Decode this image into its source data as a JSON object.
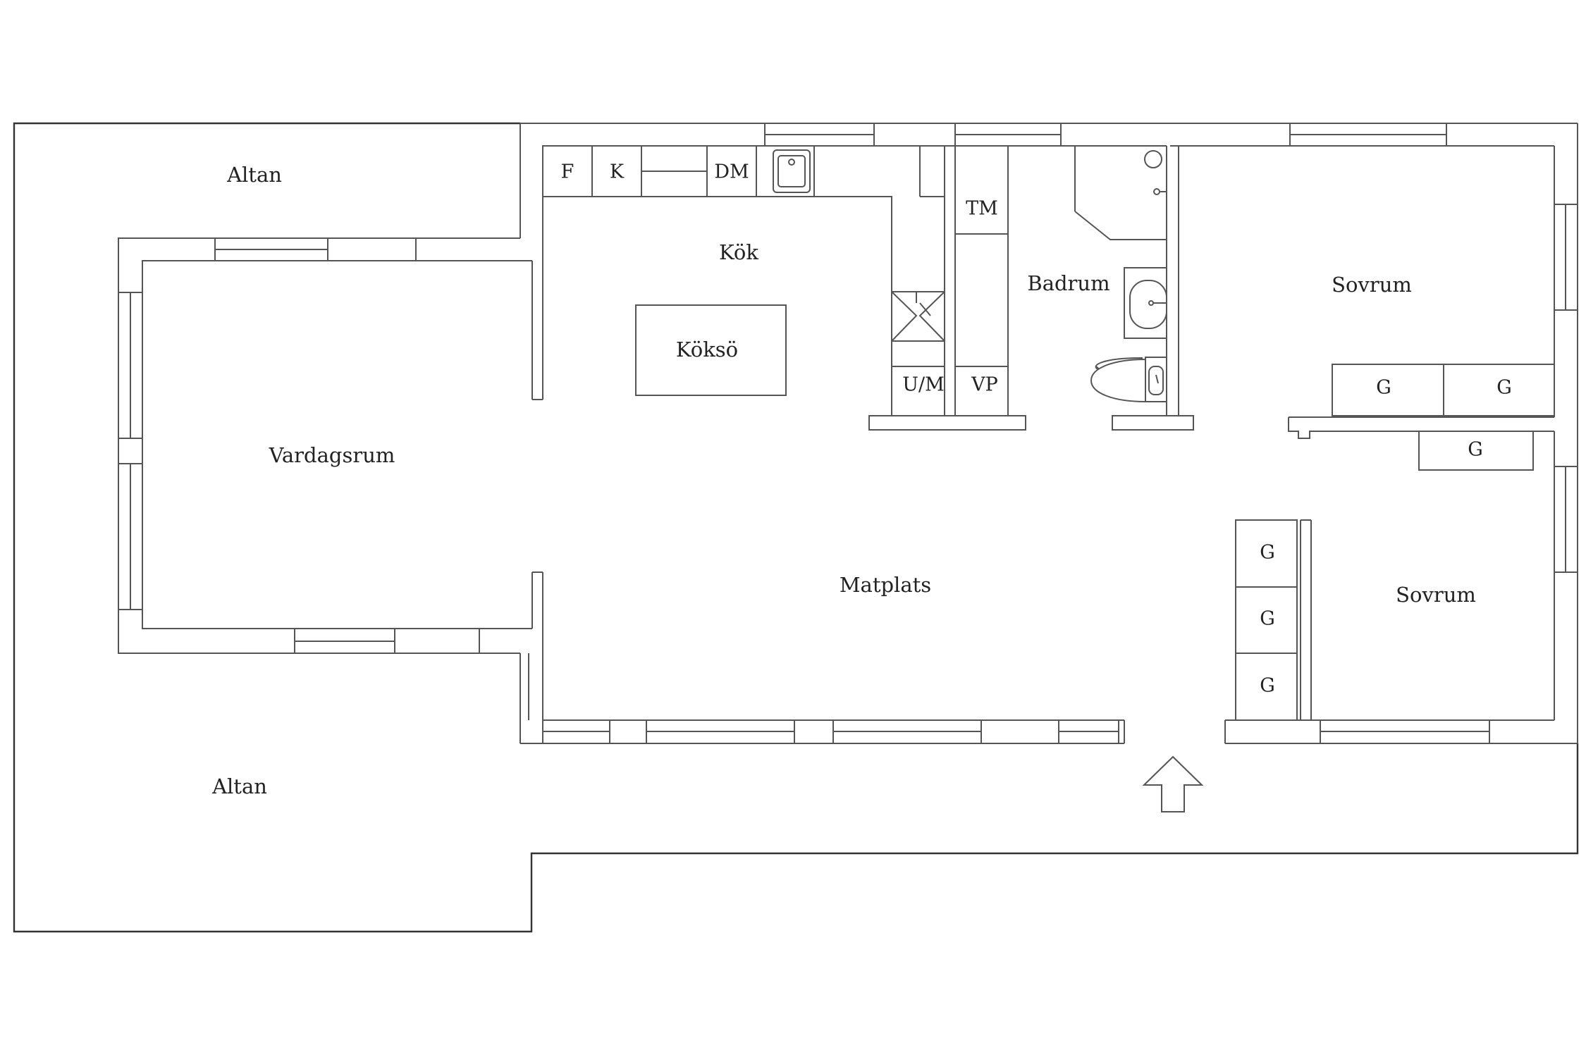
{
  "rooms": {
    "altan_top": "Altan",
    "altan_bottom": "Altan",
    "kok": "Kök",
    "koksö": "Köksö",
    "vardagsrum": "Vardagsrum",
    "matplats": "Matplats",
    "badrum": "Badrum",
    "sovrum_1": "Sovrum",
    "sovrum_2": "Sovrum"
  },
  "fixtures": {
    "fridge": "F",
    "freezer": "K",
    "dishwasher": "DM",
    "dryer": "TM",
    "oven_micro": "U/M",
    "boiler": "VP",
    "wardrobe": "G"
  },
  "icons": [
    "sink-icon",
    "stove-hood-icon",
    "shower-icon",
    "washbasin-icon",
    "toilet-icon",
    "entrance-arrow-icon"
  ]
}
